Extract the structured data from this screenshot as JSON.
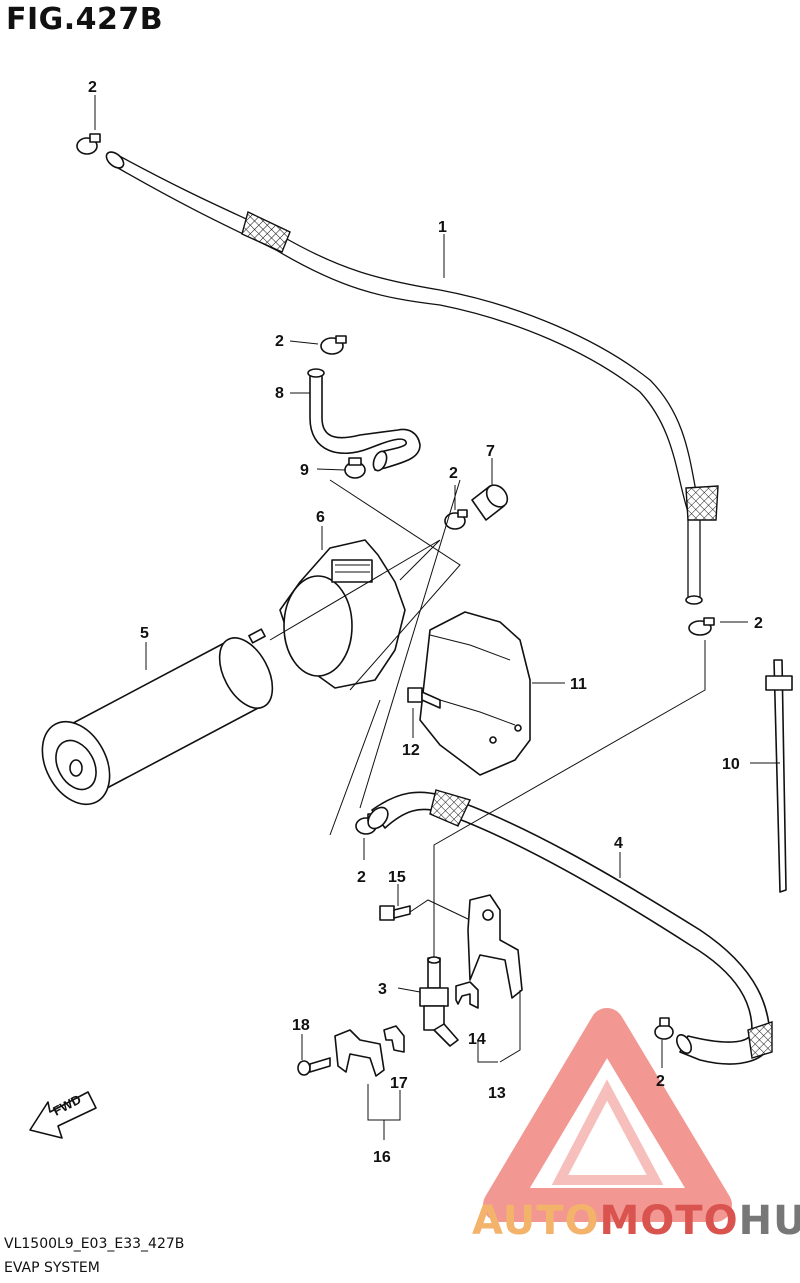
{
  "figure": {
    "title": "FIG.427B",
    "model_code": "VL1500L9_E03_E33_427B",
    "system_name": "EVAP SYSTEM"
  },
  "watermark": {
    "brand_part1": "AUTO",
    "brand_part2": "MOTO",
    "brand_part3": "HUB",
    "colors": {
      "orange": "#f3b36b",
      "red": "#d9534f",
      "gray": "#777777"
    }
  },
  "callouts": [
    {
      "id": "c2a",
      "label": "2"
    },
    {
      "id": "c1",
      "label": "1"
    },
    {
      "id": "c2b",
      "label": "2"
    },
    {
      "id": "c8",
      "label": "8"
    },
    {
      "id": "c9",
      "label": "9"
    },
    {
      "id": "c2c",
      "label": "2"
    },
    {
      "id": "c7",
      "label": "7"
    },
    {
      "id": "c6",
      "label": "6"
    },
    {
      "id": "c5",
      "label": "5"
    },
    {
      "id": "c2d",
      "label": "2"
    },
    {
      "id": "c11",
      "label": "11"
    },
    {
      "id": "c12",
      "label": "12"
    },
    {
      "id": "c10",
      "label": "10"
    },
    {
      "id": "c4",
      "label": "4"
    },
    {
      "id": "c2e",
      "label": "2"
    },
    {
      "id": "c15",
      "label": "15"
    },
    {
      "id": "c3",
      "label": "3"
    },
    {
      "id": "c18",
      "label": "18"
    },
    {
      "id": "c14",
      "label": "14"
    },
    {
      "id": "c17",
      "label": "17"
    },
    {
      "id": "c13",
      "label": "13"
    },
    {
      "id": "c16",
      "label": "16"
    },
    {
      "id": "c2f",
      "label": "2"
    }
  ],
  "fwd_label": "FWD"
}
